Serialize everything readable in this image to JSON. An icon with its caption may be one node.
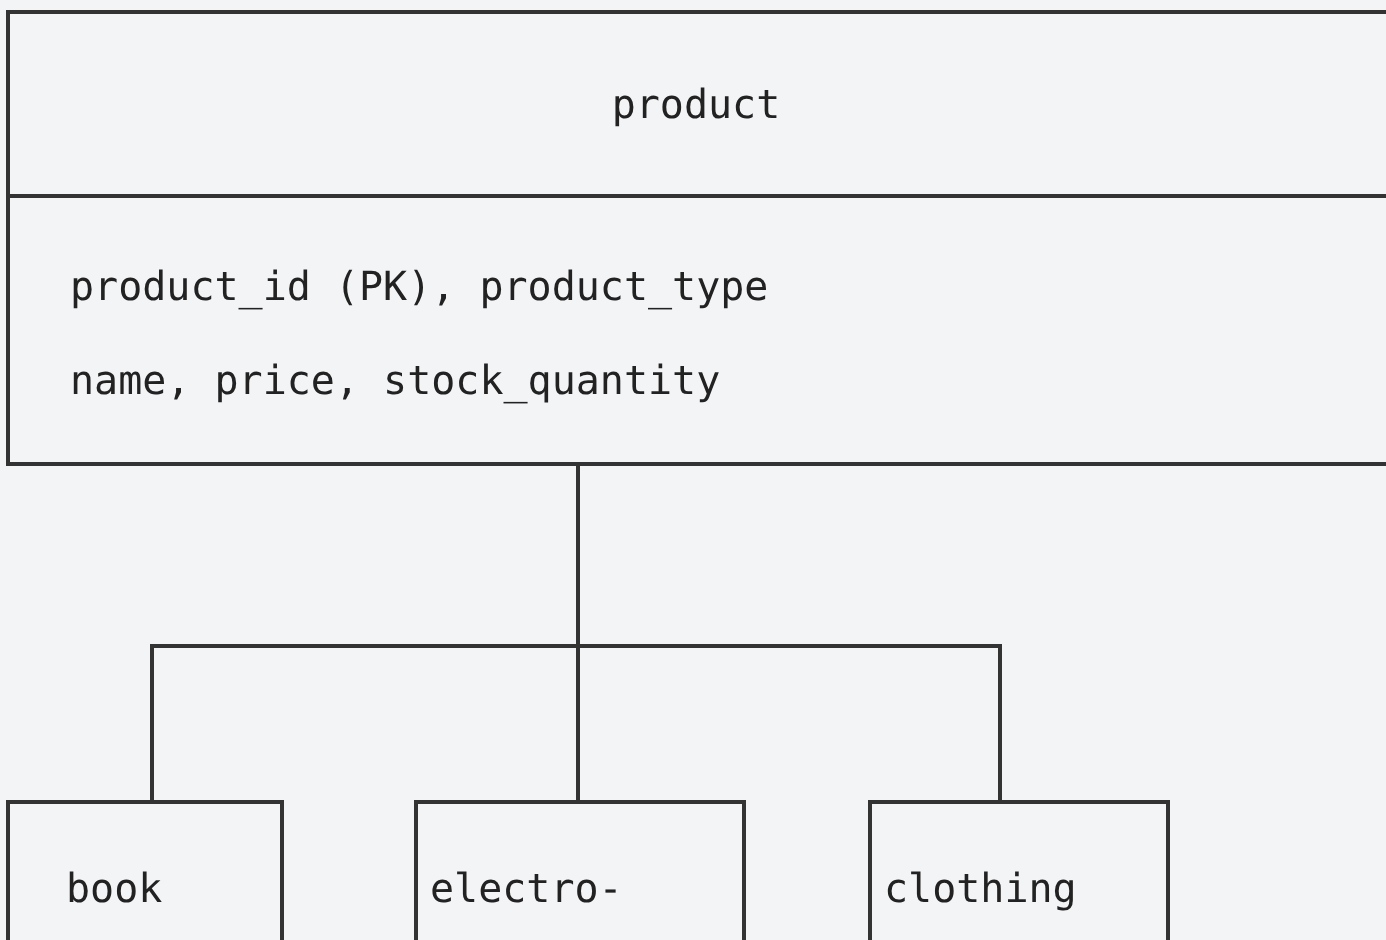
{
  "diagram": {
    "nodes": [
      {
        "text": [
          "product",
          "product_id (PK), product_type",
          "name, price, stock_quantity"
        ]
      },
      {
        "text": [
          "book"
        ]
      },
      {
        "text": [
          "electro-"
        ]
      },
      {
        "text": [
          "clothing"
        ]
      }
    ],
    "edges": [
      {
        "from": 0,
        "to": 1,
        "arrow": "none"
      },
      {
        "from": 0,
        "to": 2,
        "arrow": "none"
      },
      {
        "from": 0,
        "to": 3,
        "arrow": "none"
      }
    ]
  }
}
